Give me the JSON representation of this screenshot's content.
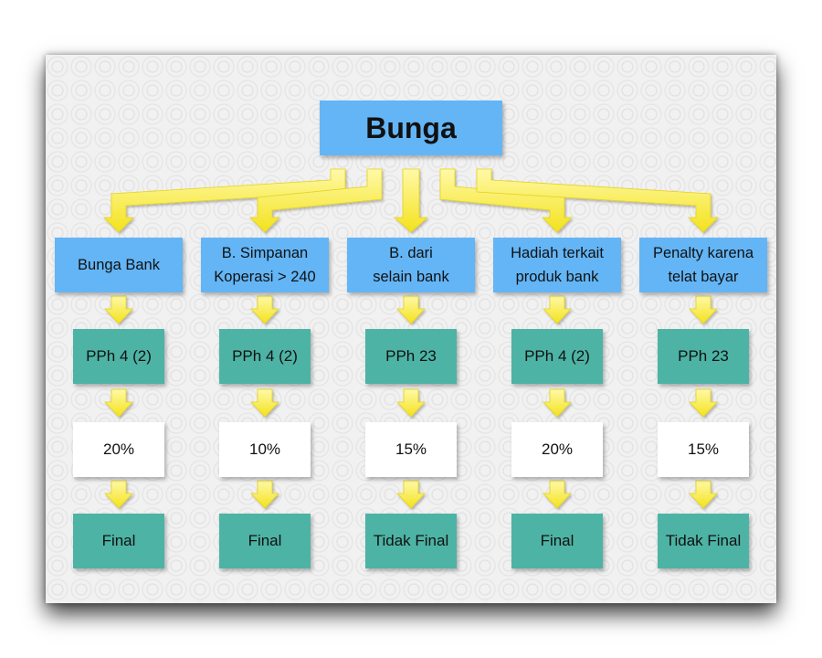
{
  "diagram": {
    "root": "Bunga",
    "columns": [
      {
        "category": "Bunga Bank",
        "tax": "PPh 4 (2)",
        "rate": "20%",
        "status": "Final"
      },
      {
        "category": "B. Simpanan\nKoperasi > 240",
        "tax": "PPh 4 (2)",
        "rate": "10%",
        "status": "Final"
      },
      {
        "category": "B. dari\nselain bank",
        "tax": "PPh 23",
        "rate": "15%",
        "status": "Tidak Final"
      },
      {
        "category": "Hadiah terkait\nproduk bank",
        "tax": "PPh 4 (2)",
        "rate": "20%",
        "status": "Final"
      },
      {
        "category": "Penalty karena\ntelat bayar",
        "tax": "PPh 23",
        "rate": "15%",
        "status": "Tidak Final"
      }
    ]
  },
  "colors": {
    "blue_box": "#63b5f6",
    "teal_box": "#4db3a5",
    "white_box": "#ffffff",
    "arrow_yellow": "#f9ec3a"
  }
}
